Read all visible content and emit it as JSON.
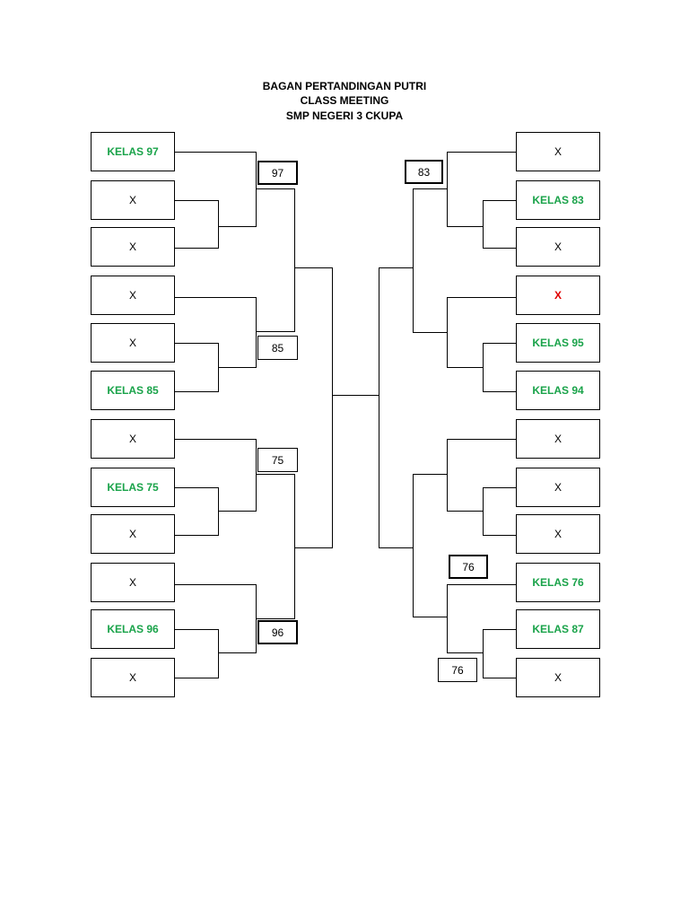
{
  "title": {
    "line1": "BAGAN PERTANDINGAN PUTRI",
    "line2": "CLASS MEETING",
    "line3": "SMP NEGERI 3 CKUPA"
  },
  "left_teams": [
    {
      "label": "KELAS 97",
      "color": "#1aa34a"
    },
    {
      "label": "X",
      "color": "#000000"
    },
    {
      "label": "X",
      "color": "#000000"
    },
    {
      "label": "X",
      "color": "#000000"
    },
    {
      "label": "X",
      "color": "#000000"
    },
    {
      "label": "KELAS 85",
      "color": "#1aa34a"
    },
    {
      "label": "X",
      "color": "#000000"
    },
    {
      "label": "KELAS 75",
      "color": "#1aa34a"
    },
    {
      "label": "X",
      "color": "#000000"
    },
    {
      "label": "X",
      "color": "#000000"
    },
    {
      "label": "KELAS 96",
      "color": "#1aa34a"
    },
    {
      "label": "X",
      "color": "#000000"
    }
  ],
  "right_teams": [
    {
      "label": "X",
      "color": "#000000"
    },
    {
      "label": "KELAS 83",
      "color": "#1aa34a"
    },
    {
      "label": "X",
      "color": "#000000"
    },
    {
      "label": "X",
      "color": "#e00000"
    },
    {
      "label": "KELAS 95",
      "color": "#1aa34a"
    },
    {
      "label": "KELAS 94",
      "color": "#1aa34a"
    },
    {
      "label": "X",
      "color": "#000000"
    },
    {
      "label": "X",
      "color": "#000000"
    },
    {
      "label": "X",
      "color": "#000000"
    },
    {
      "label": "KELAS 76",
      "color": "#1aa34a"
    },
    {
      "label": "KELAS 87",
      "color": "#1aa34a"
    },
    {
      "label": "X",
      "color": "#000000"
    }
  ],
  "scores": {
    "left_1": "97",
    "left_2": "85",
    "left_3": "75",
    "left_4": "96",
    "right_1": "83",
    "right_4a": "76",
    "right_4b": "76"
  }
}
